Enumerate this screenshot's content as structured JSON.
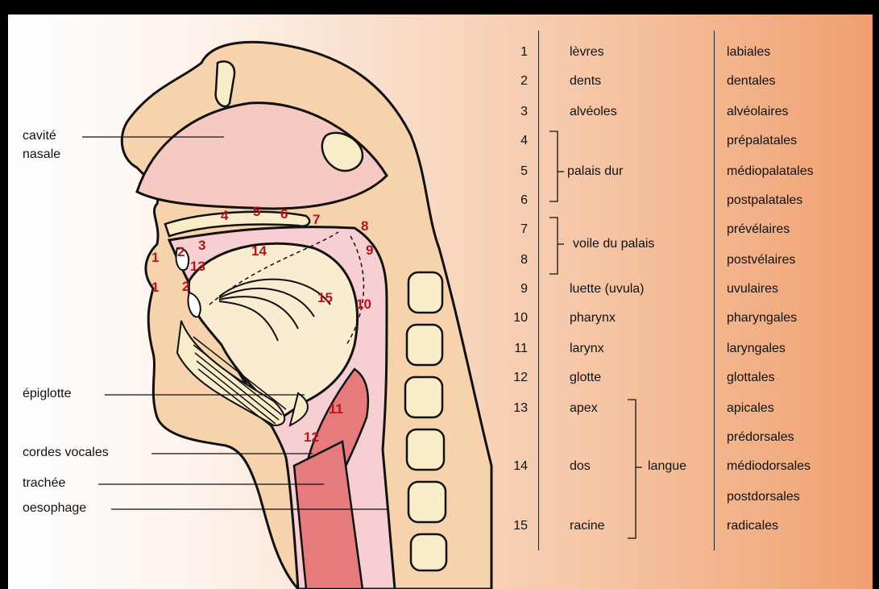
{
  "labels": {
    "cavite1": "cavité",
    "cavite2": "nasale",
    "epiglotte": "épiglotte",
    "cordes": "cordes vocales",
    "trachee": "trachée",
    "oesophage": "oesophage"
  },
  "markers": [
    "1",
    "2",
    "3",
    "4",
    "5",
    "6",
    "7",
    "8",
    "9",
    "10",
    "11",
    "12",
    "13",
    "14",
    "15",
    "1",
    "2"
  ],
  "table": {
    "rows": [
      {
        "n": "1",
        "organ": "lèvres",
        "cons": "labiales"
      },
      {
        "n": "2",
        "organ": "dents",
        "cons": "dentales"
      },
      {
        "n": "3",
        "organ": "alvéoles",
        "cons": "alvéolaires"
      },
      {
        "n": "4",
        "organ": "",
        "cons": "prépalatales"
      },
      {
        "n": "5",
        "organ": "",
        "cons": "médiopalatales"
      },
      {
        "n": "6",
        "organ": "",
        "cons": "postpalatales"
      },
      {
        "n": "7",
        "organ": "",
        "cons": "prévélaires"
      },
      {
        "n": "8",
        "organ": "",
        "cons": "postvélaires"
      },
      {
        "n": "9",
        "organ": "luette (uvula)",
        "cons": "uvulaires"
      },
      {
        "n": "10",
        "organ": "pharynx",
        "cons": "pharyngales"
      },
      {
        "n": "11",
        "organ": "larynx",
        "cons": "laryngales"
      },
      {
        "n": "12",
        "organ": "glotte",
        "cons": "glottales"
      },
      {
        "n": "13",
        "organ": "apex",
        "cons": "apicales"
      },
      {
        "n": "",
        "organ": "",
        "cons": "prédorsales"
      },
      {
        "n": "14",
        "organ": "dos",
        "cons": "médiodorsales"
      },
      {
        "n": "",
        "organ": "",
        "cons": "postdorsales"
      },
      {
        "n": "15",
        "organ": "racine",
        "cons": "radicales"
      }
    ],
    "groups": {
      "palais": "palais dur",
      "voile": "voile du palais",
      "langue": "langue"
    }
  }
}
